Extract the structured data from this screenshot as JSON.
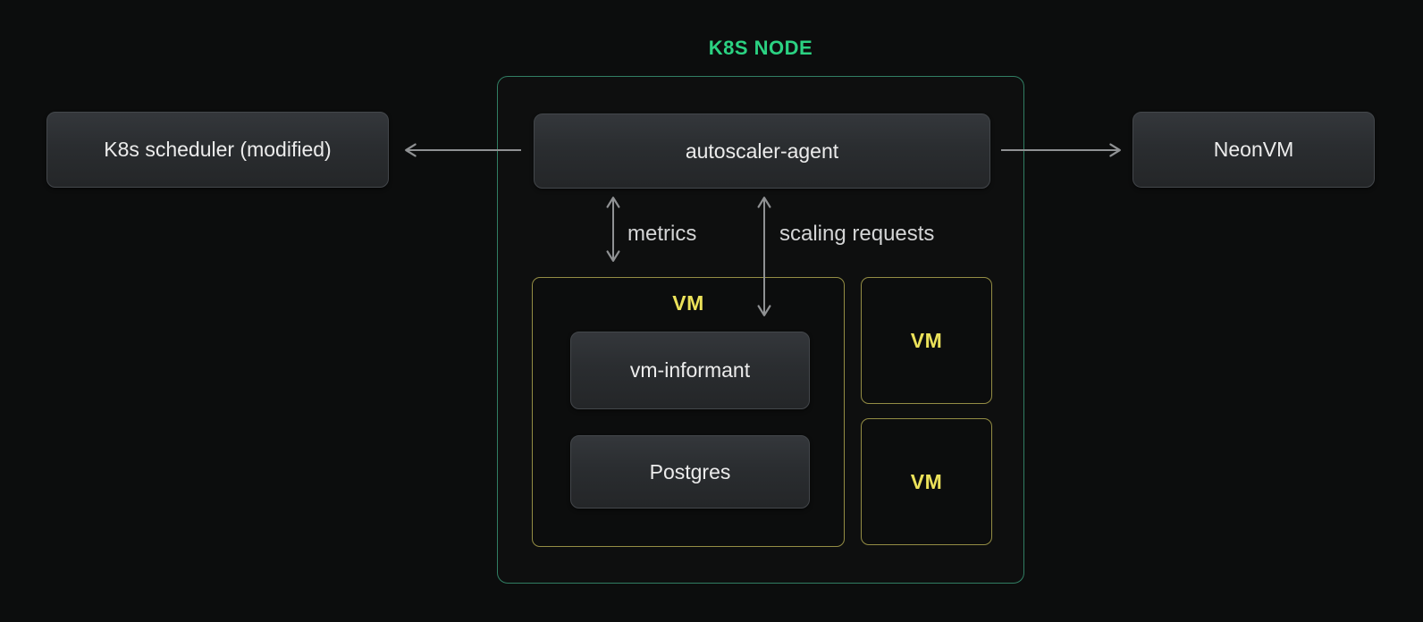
{
  "title": "K8S NODE",
  "colors": {
    "background": "#0c0d0d",
    "node_border_green": "#317e63",
    "title_green": "#2bd282",
    "vm_border_yellow": "#948d44",
    "vm_label_yellow": "#ece25a",
    "arrow_gray": "#8f9193",
    "box_text": "#ececec",
    "edge_label_text": "#d4d5d6"
  },
  "external": {
    "scheduler": {
      "label": "K8s scheduler (modified)"
    },
    "neonvm": {
      "label": "NeonVM"
    }
  },
  "k8s_node": {
    "autoscaler_agent": {
      "label": "autoscaler-agent"
    },
    "vm_main": {
      "label": "VM",
      "children": [
        {
          "label": "vm-informant"
        },
        {
          "label": "Postgres"
        }
      ]
    },
    "vm_small_top": {
      "label": "VM"
    },
    "vm_small_bottom": {
      "label": "VM"
    }
  },
  "edges": {
    "metrics": {
      "label": "metrics"
    },
    "scaling_requests": {
      "label": "scaling requests"
    }
  }
}
